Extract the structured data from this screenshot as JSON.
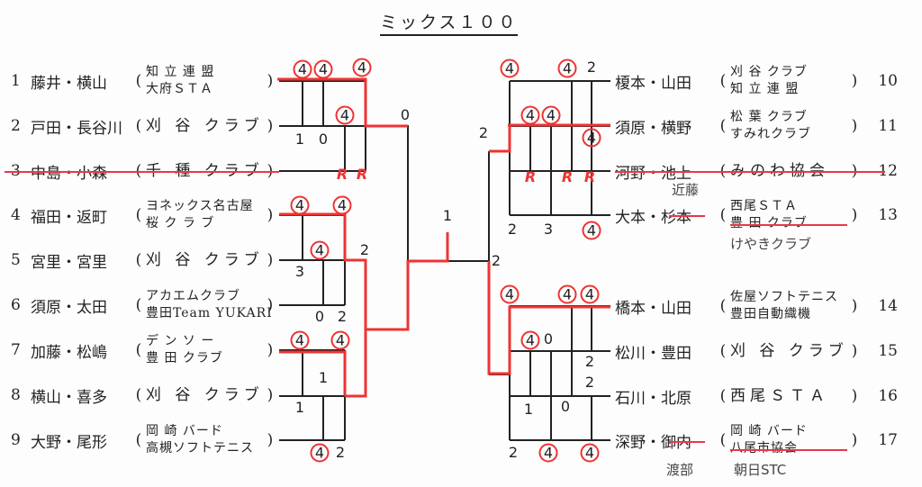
{
  "title": "ミックス１００",
  "left_entries": [
    {
      "num": "1",
      "name": "藤井・横山",
      "club": [
        "知 立 連 盟",
        "大府ＳＴＡ"
      ],
      "withdrawn": false
    },
    {
      "num": "2",
      "name": "戸田・長谷川",
      "club": [
        "刈 谷 クラブ"
      ],
      "withdrawn": false
    },
    {
      "num": "3",
      "name": "中島・小森",
      "club": [
        "千 種 クラブ"
      ],
      "withdrawn": true
    },
    {
      "num": "4",
      "name": "福田・返町",
      "club": [
        "ヨネックス名古屋",
        "桜 ク ラ ブ"
      ],
      "withdrawn": false
    },
    {
      "num": "5",
      "name": "宮里・宮里",
      "club": [
        "刈 谷 クラブ"
      ],
      "withdrawn": false
    },
    {
      "num": "6",
      "name": "須原・太田",
      "club": [
        "アカエムクラブ",
        "豊田Team YUKARI"
      ],
      "withdrawn": false
    },
    {
      "num": "7",
      "name": "加藤・松嶋",
      "club": [
        "デ ン ソ ー",
        "豊 田 クラブ"
      ],
      "withdrawn": false
    },
    {
      "num": "8",
      "name": "横山・喜多",
      "club": [
        "刈 谷 クラブ"
      ],
      "withdrawn": false
    },
    {
      "num": "9",
      "name": "大野・尾形",
      "club": [
        "岡 崎 バード",
        "高槻ソフトテニス"
      ],
      "withdrawn": false
    }
  ],
  "right_entries": [
    {
      "num": "10",
      "name": "榎本・山田",
      "club": [
        "刈 谷 クラブ",
        "知 立 連 盟"
      ],
      "withdrawn": false
    },
    {
      "num": "11",
      "name": "須原・横野",
      "club": [
        "松 葉 クラブ",
        "すみれクラブ"
      ],
      "withdrawn": false
    },
    {
      "num": "12",
      "name": "河野・池上",
      "club": [
        "みのわ協会"
      ],
      "withdrawn": true
    },
    {
      "num": "13",
      "name": "大本・杉本",
      "club": [
        "西尾ＳＴＡ",
        "豊 田 クラブ"
      ],
      "withdrawn": false
    },
    {
      "num": "14",
      "name": "橋本・山田",
      "club": [
        "佐屋ソフトテニス",
        "豊田自動織機"
      ],
      "withdrawn": false
    },
    {
      "num": "15",
      "name": "松川・豊田",
      "club": [
        "刈 谷 クラブ"
      ],
      "withdrawn": false
    },
    {
      "num": "16",
      "name": "石川・北原",
      "club": [
        "西尾ＳＴＡ"
      ],
      "withdrawn": false
    },
    {
      "num": "17",
      "name": "深野・御内",
      "club": [
        "岡 崎 バード",
        "八尾市協会"
      ],
      "withdrawn": false
    }
  ],
  "handwritten": {
    "sub13_player": "近藤",
    "sub13_club": "けやきクラブ",
    "sub17_player": "渡部",
    "sub17_club": "朝日STC"
  },
  "scores": [
    "4",
    "4",
    "4",
    "4",
    "1",
    "0",
    "R",
    "R",
    "0",
    "4",
    "4",
    "4",
    "2",
    "3",
    "0",
    "2",
    "4",
    "4",
    "1",
    "1",
    "4",
    "2",
    "1",
    "2",
    "2",
    "4",
    "4",
    "2",
    "4",
    "4",
    "4",
    "R",
    "R",
    "R",
    "2",
    "3",
    "4",
    "4",
    "4",
    "4",
    "4",
    "0",
    "2",
    "2",
    "1",
    "0",
    "2",
    "4",
    "4"
  ],
  "colors": {
    "ink": "#222222",
    "marker": "#e33333"
  }
}
